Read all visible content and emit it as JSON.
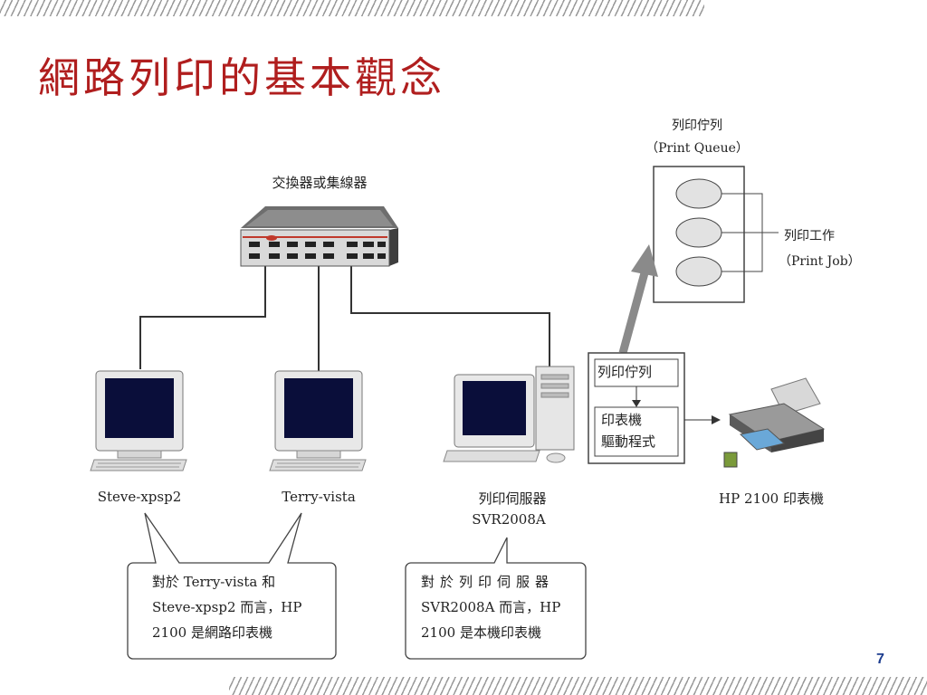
{
  "slide": {
    "title": "網路列印的基本觀念",
    "page_number": "7"
  },
  "diagram": {
    "switch_label": "交換器或集線器",
    "clients": [
      {
        "name": "Steve-xpsp2"
      },
      {
        "name": "Terry-vista"
      }
    ],
    "server": {
      "line1": "列印伺服器",
      "line2": "SVR2008A"
    },
    "queue_top": {
      "line1": "列印佇列",
      "line2": "（Print Queue）"
    },
    "print_job": {
      "line1": "列印工作",
      "line2": "（Print Job）"
    },
    "server_box": {
      "queue": "列印佇列",
      "driver_line1": "印表機",
      "driver_line2": "驅動程式"
    },
    "printer_label": "HP 2100 印表機",
    "callout_left": {
      "line1": "對於 Terry-vista 和",
      "line2": "Steve-xpsp2 而言，HP",
      "line3": "2100 是網路印表機"
    },
    "callout_right": {
      "line1": "對於列印伺服器",
      "line2": "SVR2008A 而言，HP",
      "line3": "2100 是本機印表機"
    }
  },
  "colors": {
    "title": "#b01e1e",
    "page_number": "#1d3d8f",
    "switch_accent": "#c0392b",
    "arrow": "#8a8a8a"
  }
}
